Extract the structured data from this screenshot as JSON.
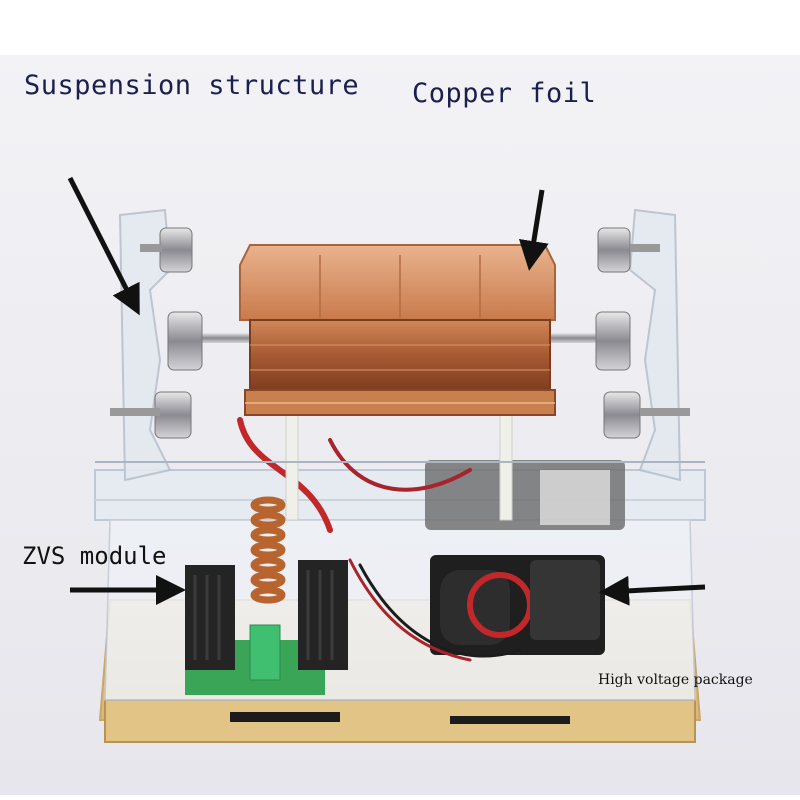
{
  "labels": {
    "suspension": "Suspension structure",
    "copper": "Copper foil",
    "zvs": "ZVS module",
    "high_voltage": "High voltage package"
  },
  "colors": {
    "background": "#ffffff",
    "backdrop": "#eeeef3",
    "copper": "#c8784a",
    "acrylic": "#dfe5ee",
    "wood_base": "#e9cf95",
    "heatsink": "#2b2b2b",
    "wire_red": "#c0282a",
    "pcb_green": "#3aa557",
    "arrow": "#111111",
    "label_text": "#1a1f4e"
  },
  "annotations": {
    "suspension_arrow": "arrow-icon",
    "copper_arrow": "arrow-icon",
    "zvs_arrow": "arrow-icon",
    "high_voltage_arrow": "arrow-icon"
  }
}
